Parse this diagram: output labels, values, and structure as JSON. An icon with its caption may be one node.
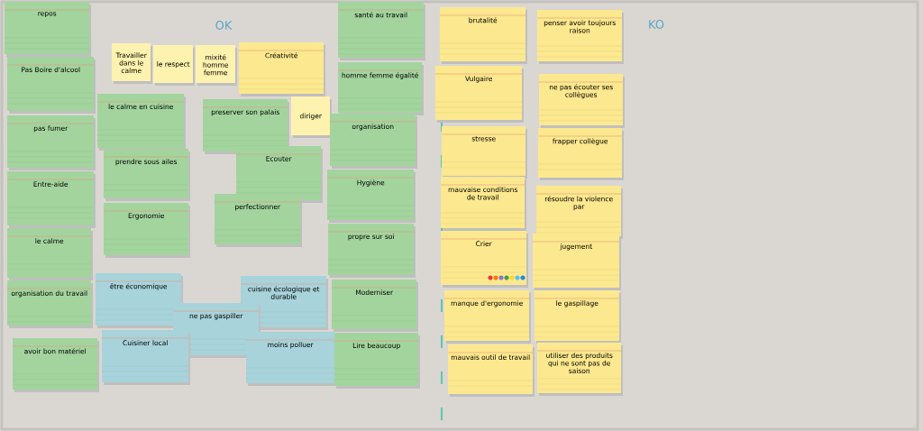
{
  "diagram": {
    "nodes": [
      {
        "text": [
          "repos"
        ]
      },
      {
        "text": [
          "Pas Boire d'alcool"
        ]
      },
      {
        "text": [
          "pas fumer"
        ]
      },
      {
        "text": [
          "Entre-aide"
        ]
      },
      {
        "text": [
          "le calme"
        ]
      },
      {
        "text": [
          "organisation du travail"
        ]
      },
      {
        "text": [
          "avoir bon matériel"
        ]
      },
      {
        "text": [
          "Travailler dans le calme"
        ]
      },
      {
        "text": [
          "le respect"
        ]
      },
      {
        "text": [
          "mixité homme femme"
        ]
      },
      {
        "text": [
          "Créativité"
        ]
      },
      {
        "text": [
          "le calme en cuisine"
        ]
      },
      {
        "text": [
          "preserver son palais"
        ]
      },
      {
        "text": [
          "diriger"
        ]
      },
      {
        "text": [
          "prendre sous ailes"
        ]
      },
      {
        "text": [
          "Ecouter"
        ]
      },
      {
        "text": [
          "Ergonomie"
        ]
      },
      {
        "text": [
          "perfectionner"
        ]
      },
      {
        "text": [
          "être économique"
        ]
      },
      {
        "text": [
          "cuisine écologique et durable"
        ]
      },
      {
        "text": [
          "ne pas gaspiller"
        ]
      },
      {
        "text": [
          "Cuisiner local"
        ]
      },
      {
        "text": [
          "moins polluer"
        ]
      },
      {
        "text": [
          "santé au travail"
        ]
      },
      {
        "text": [
          "homme femme égalité"
        ]
      },
      {
        "text": [
          "organisation"
        ]
      },
      {
        "text": [
          "Hygiène"
        ]
      },
      {
        "text": [
          "propre sur soi"
        ]
      },
      {
        "text": [
          "Moderniser"
        ]
      },
      {
        "text": [
          "Lire beaucoup"
        ]
      },
      {
        "text": [
          "brutalité"
        ]
      },
      {
        "text": [
          "penser avoir toujours raison"
        ]
      },
      {
        "text": [
          "Vulgaire"
        ]
      },
      {
        "text": [
          "ne pas écouter ses collègues"
        ]
      },
      {
        "text": [
          "stresse"
        ]
      },
      {
        "text": [
          "frapper collègue"
        ]
      },
      {
        "text": [
          "mauvaise conditions de travail"
        ]
      },
      {
        "text": [
          "résoudre la violence par"
        ]
      },
      {
        "text": [
          "Crier"
        ]
      },
      {
        "text": [
          "jugement"
        ]
      },
      {
        "text": [
          "manque d'ergonomie"
        ]
      },
      {
        "text": [
          "le gaspillage"
        ]
      },
      {
        "text": [
          "mauvais outil de travail"
        ]
      },
      {
        "text": [
          "utiliser des produits qui ne sont pas de saison"
        ]
      }
    ],
    "labels": [
      "OK",
      "KO"
    ]
  }
}
